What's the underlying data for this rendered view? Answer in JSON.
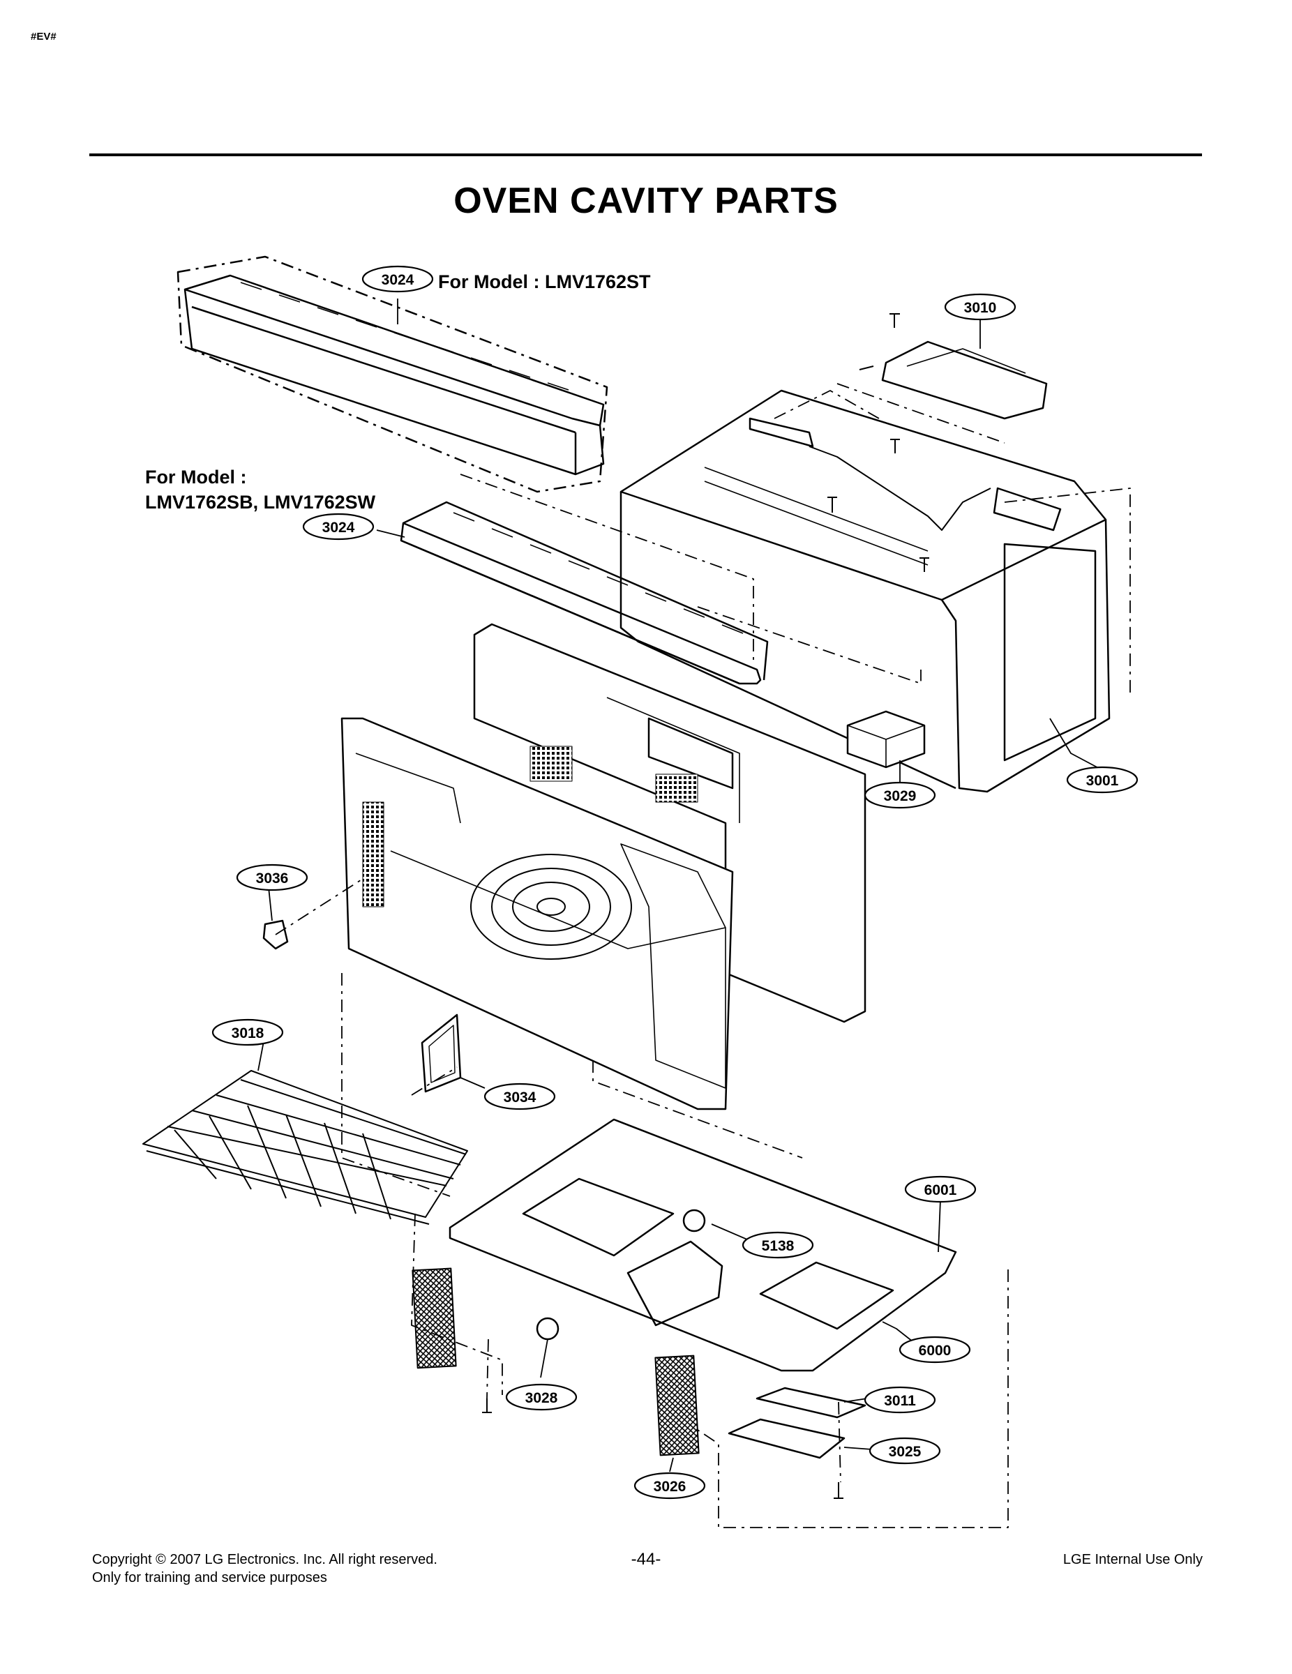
{
  "header": {
    "corner_tag": "#EV#",
    "title": "OVEN CAVITY PARTS"
  },
  "model_labels": {
    "top": "For Model : LMV1762ST",
    "left_line1": "For Model :",
    "left_line2": "LMV1762SB, LMV1762SW"
  },
  "callouts": [
    "3024",
    "3010",
    "3024",
    "3029",
    "3001",
    "3036",
    "3018",
    "3034",
    "6001",
    "5138",
    "6000",
    "3028",
    "3011",
    "3025",
    "3026"
  ],
  "footer": {
    "copyright": "Copyright © 2007 LG Electronics. Inc. All right reserved.",
    "purpose": "Only for training and service purposes",
    "page_number": "-44-",
    "internal": "LGE Internal Use Only"
  }
}
